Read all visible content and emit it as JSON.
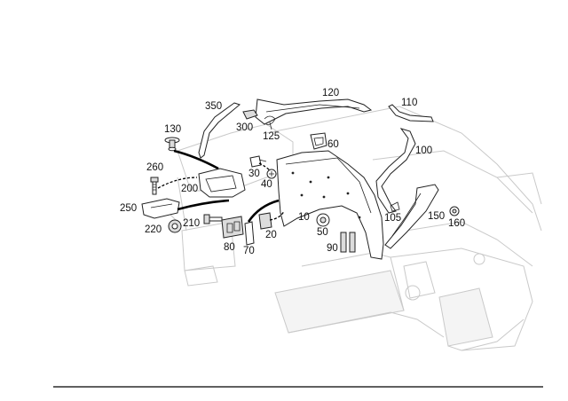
{
  "diagram": {
    "labels": {
      "p10": "10",
      "p20": "20",
      "p30": "30",
      "p40": "40",
      "p50": "50",
      "p60": "60",
      "p70": "70",
      "p80": "80",
      "p90": "90",
      "p100": "100",
      "p105": "105",
      "p110": "110",
      "p120": "120",
      "p125": "125",
      "p130": "130",
      "p150": "150",
      "p160": "160",
      "p200": "200",
      "p210": "210",
      "p220": "220",
      "p250": "250",
      "p260": "260",
      "p300": "300",
      "p350": "350"
    }
  }
}
